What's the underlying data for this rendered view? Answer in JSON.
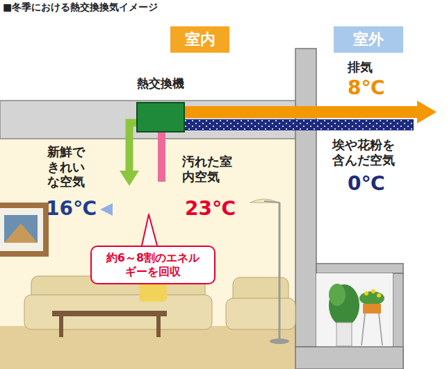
{
  "diagram": {
    "title": "■冬季における熱交換換気イメージ",
    "nodes": [
      {
        "text": [
          "室内"
        ]
      },
      {
        "text": [
          "室外"
        ]
      },
      {
        "text": [
          "熱交換機"
        ]
      },
      {
        "text": [
          "約6～8割のエネルギーを回収"
        ]
      }
    ],
    "labels": [
      "排気",
      "8℃",
      "埃や花粉を含んだ空気",
      "0℃",
      "新鮮できれいな空気",
      "16℃",
      "汚れた室内空気",
      "23℃"
    ]
  }
}
